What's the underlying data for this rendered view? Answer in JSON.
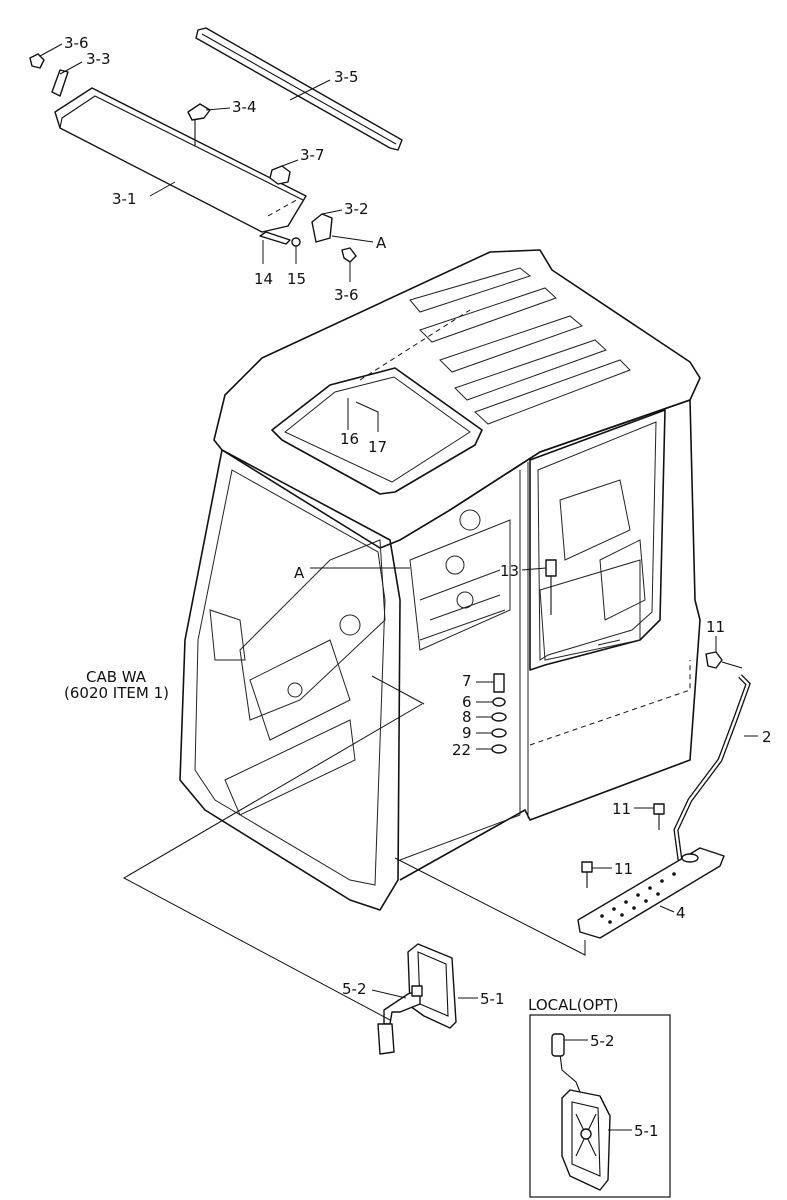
{
  "labels": {
    "p3_6_top": "3-6",
    "p3_3": "3-3",
    "p3_5": "3-5",
    "p3_4": "3-4",
    "p3_7": "3-7",
    "p3_1": "3-1",
    "p3_2": "3-2",
    "pA_top": "A",
    "p14": "14",
    "p15": "15",
    "p3_6_bottom": "3-6",
    "p16": "16",
    "p17": "17",
    "pA_cab": "A",
    "p13": "13",
    "p11_right": "11",
    "p2": "2",
    "cab_line1": "CAB WA",
    "cab_line2": "(6020 ITEM 1)",
    "p7": "7",
    "p6": "6",
    "p8": "8",
    "p9": "9",
    "p22": "22",
    "p11_mid": "11",
    "p11_low": "11",
    "p4": "4",
    "p5_2": "5-2",
    "p5_1": "5-1",
    "local_title": "LOCAL(OPT)",
    "p5_2_local": "5-2",
    "p5_1_local": "5-1"
  }
}
